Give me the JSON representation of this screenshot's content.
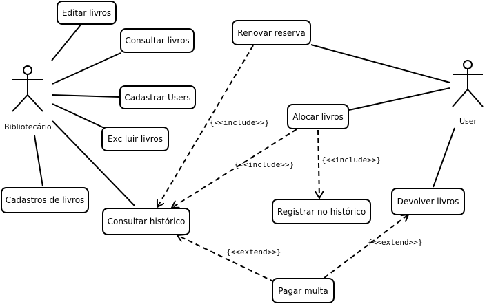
{
  "actors": {
    "bibliotecario": "Bibliotecário",
    "user": "User"
  },
  "use_cases": {
    "editar_livros": "Editar livros",
    "consultar_livros": "Consultar livros",
    "cadastrar_users": "Cadastrar Users",
    "excluir_livros": "Exc luir livros",
    "cadastros_de_livros": "Cadastros de livros",
    "consultar_historico": "Consultar histórico",
    "renovar_reserva": "Renovar reserva",
    "alocar_livros": "Alocar livros",
    "registrar_historico": "Registrar no histórico",
    "devolver_livros": "Devolver livros",
    "pagar_multa": "Pagar multa"
  },
  "relations": {
    "renovar_include": "{<<include>>}",
    "alocar_include_consultar": "{<<include>>}",
    "alocar_include_registrar": "{<<include>>}",
    "extend_consultar": "{<<extend>>}",
    "extend_devolver": "{<<extend>>}"
  }
}
